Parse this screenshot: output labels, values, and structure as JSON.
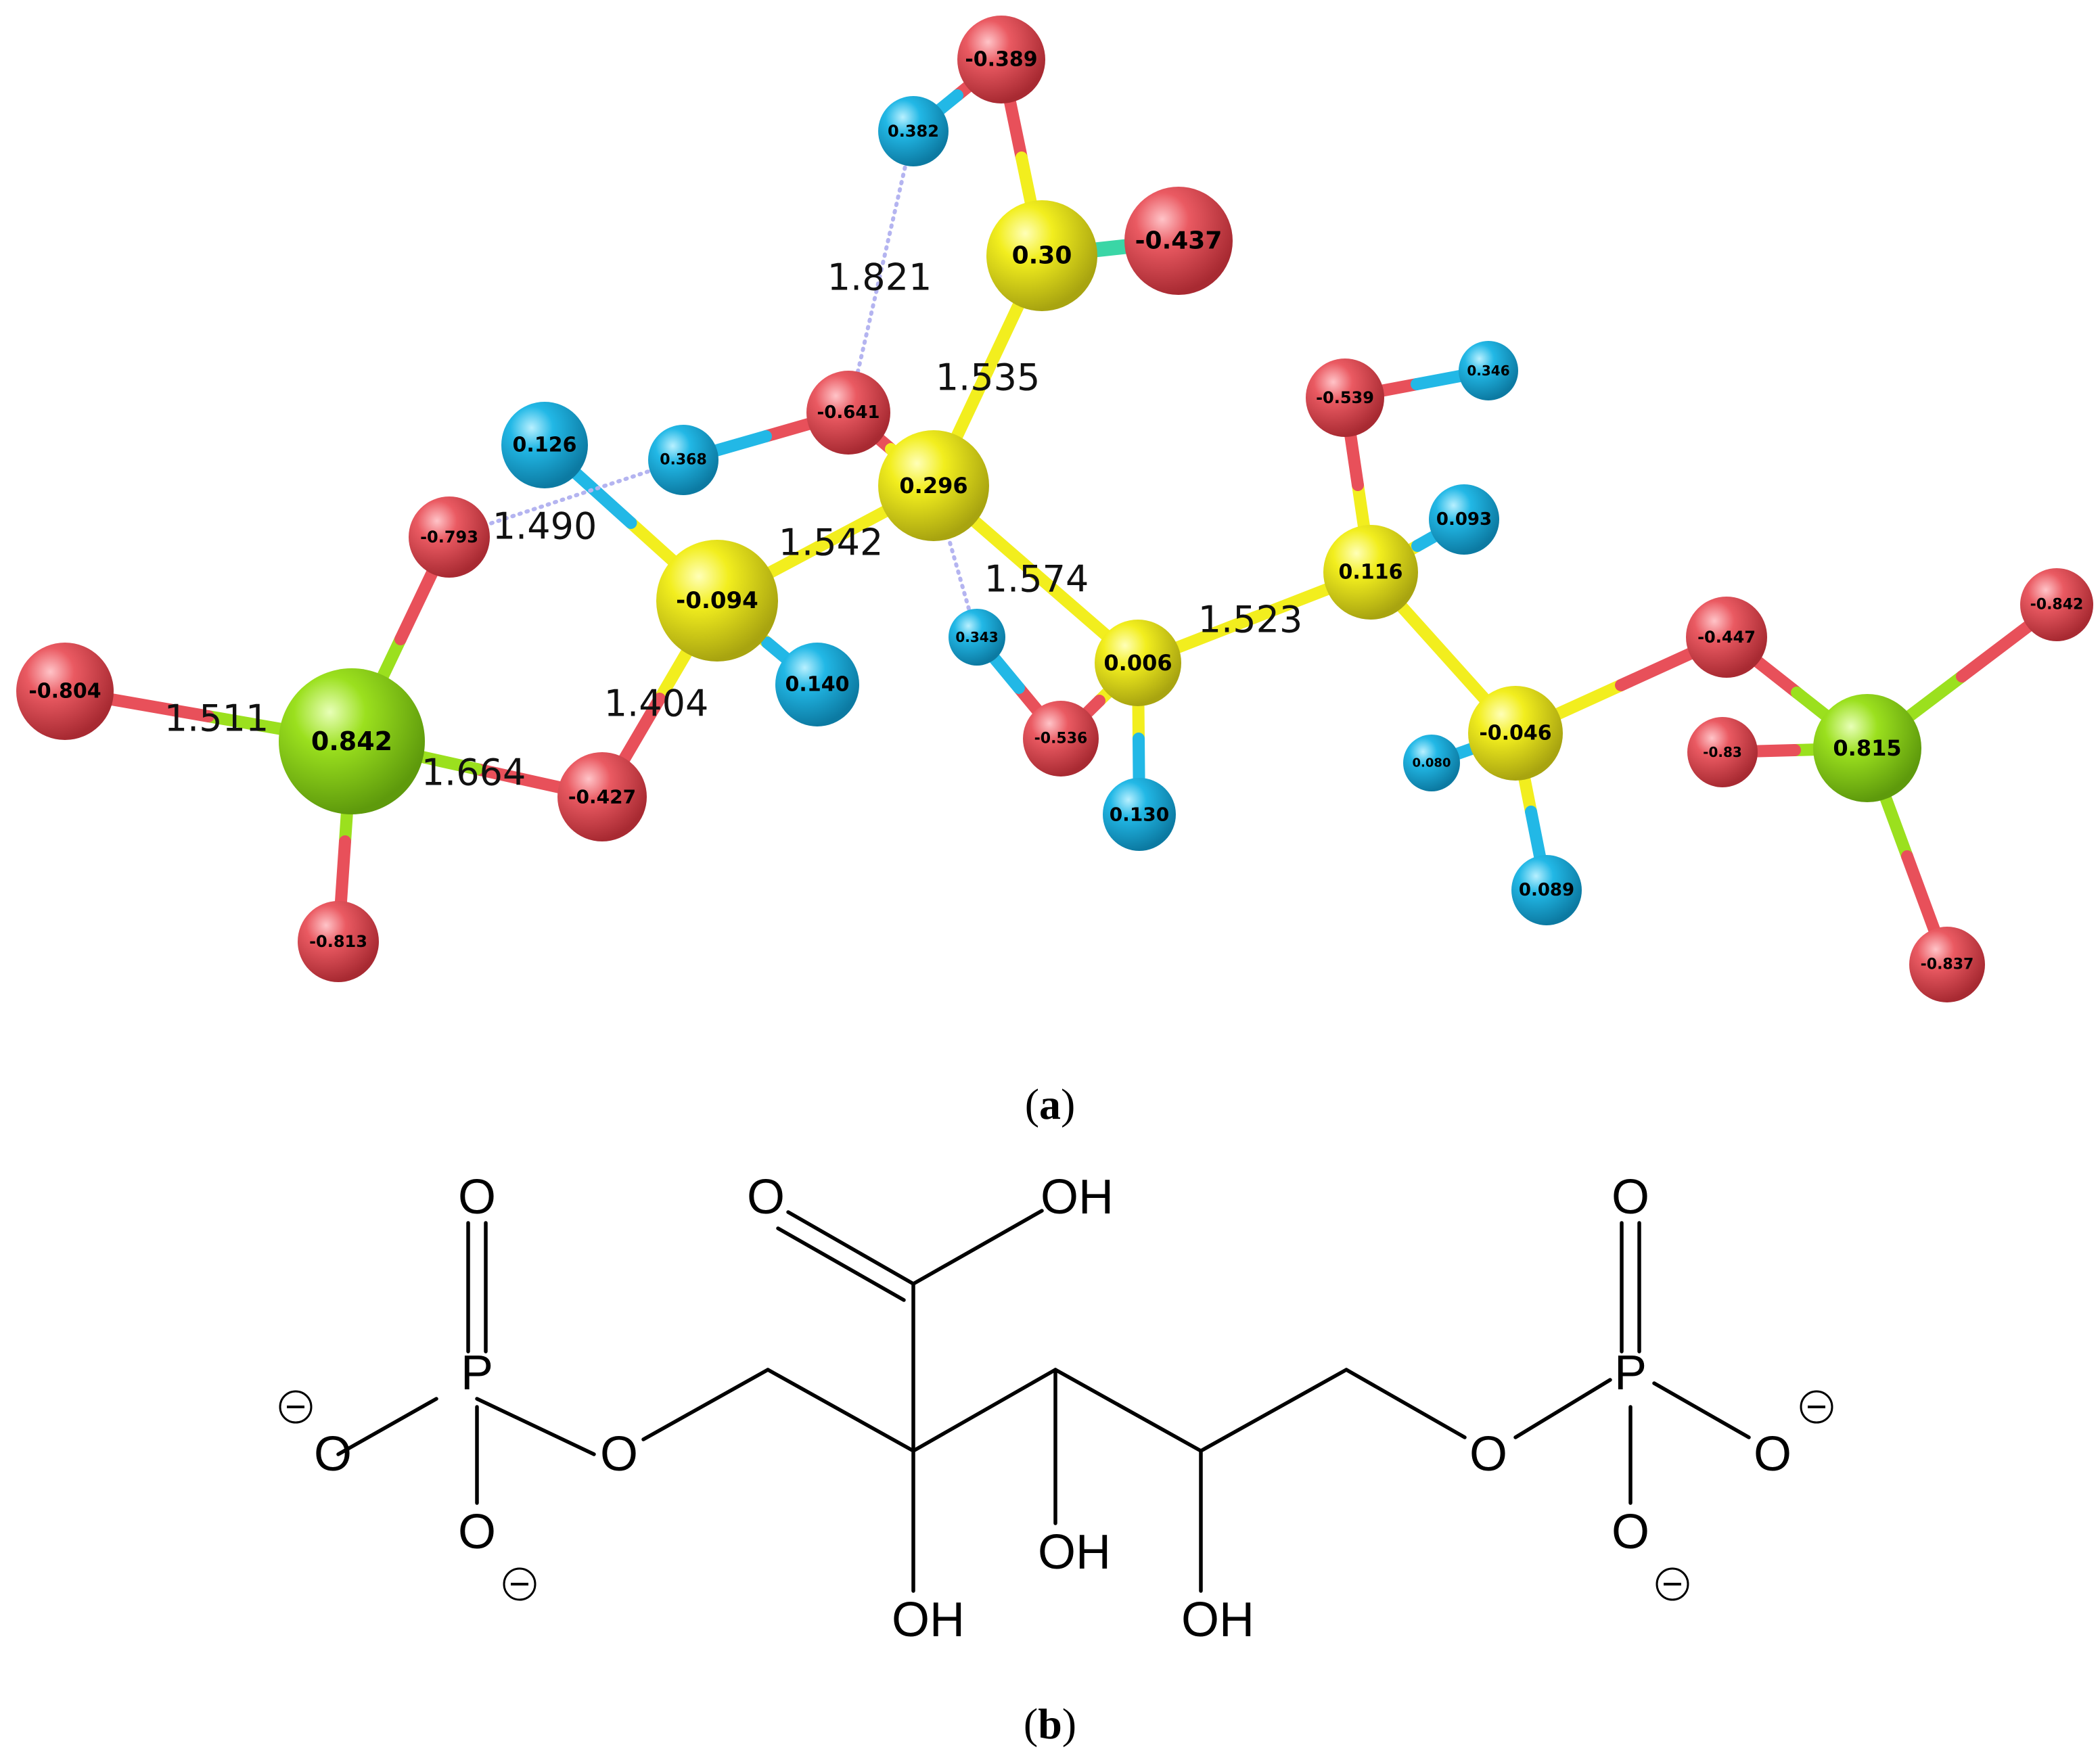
{
  "panels": {
    "a": "a",
    "b": "b"
  },
  "colors": {
    "oxygen": "#e8505a",
    "carbon": "#f2ee1e",
    "hydrogen": "#22b8e6",
    "phosphorus": "#9be01e",
    "carbonyl_bond": "#3ad6a6",
    "hbond": "#b4b4f0"
  },
  "molecule_3d": {
    "atoms": [
      {
        "id": "Ot",
        "el": "O",
        "charge": "-0.389"
      },
      {
        "id": "Ht",
        "el": "H",
        "charge": "0.382"
      },
      {
        "id": "Cc",
        "el": "C",
        "charge": "0.30"
      },
      {
        "id": "Oc",
        "el": "O",
        "charge": "-0.437"
      },
      {
        "id": "O641",
        "el": "O",
        "charge": "-0.641"
      },
      {
        "id": "H368",
        "el": "H",
        "charge": "0.368"
      },
      {
        "id": "H126",
        "el": "H",
        "charge": "0.126"
      },
      {
        "id": "C296",
        "el": "C",
        "charge": "0.296"
      },
      {
        "id": "O793",
        "el": "O",
        "charge": "-0.793"
      },
      {
        "id": "C094",
        "el": "C",
        "charge": "-0.094"
      },
      {
        "id": "H140",
        "el": "H",
        "charge": "0.140"
      },
      {
        "id": "O804",
        "el": "O",
        "charge": "-0.804"
      },
      {
        "id": "P842",
        "el": "P",
        "charge": "0.842"
      },
      {
        "id": "O427",
        "el": "O",
        "charge": "-0.427"
      },
      {
        "id": "O813",
        "el": "O",
        "charge": "-0.813"
      },
      {
        "id": "H343",
        "el": "H",
        "charge": "0.343"
      },
      {
        "id": "O536",
        "el": "O",
        "charge": "-0.536"
      },
      {
        "id": "C006",
        "el": "C",
        "charge": "0.006"
      },
      {
        "id": "H130",
        "el": "H",
        "charge": "0.130"
      },
      {
        "id": "O539",
        "el": "O",
        "charge": "-0.539"
      },
      {
        "id": "H346",
        "el": "H",
        "charge": "0.346"
      },
      {
        "id": "C116",
        "el": "C",
        "charge": "0.116"
      },
      {
        "id": "H093",
        "el": "H",
        "charge": "0.093"
      },
      {
        "id": "C046",
        "el": "C",
        "charge": "-0.046"
      },
      {
        "id": "H080",
        "el": "H",
        "charge": "0.080"
      },
      {
        "id": "H089",
        "el": "H",
        "charge": "0.089"
      },
      {
        "id": "O447",
        "el": "O",
        "charge": "-0.447"
      },
      {
        "id": "P815",
        "el": "P",
        "charge": "0.815"
      },
      {
        "id": "O842",
        "el": "O",
        "charge": "-0.842"
      },
      {
        "id": "O83",
        "el": "O",
        "charge": "-0.83"
      },
      {
        "id": "O837",
        "el": "O",
        "charge": "-0.837"
      }
    ],
    "bond_labels": [
      "1.821",
      "1.535",
      "1.490",
      "1.542",
      "1.574",
      "1.523",
      "1.511",
      "1.404",
      "1.664"
    ]
  },
  "structure_2d": {
    "labels": [
      "O",
      "OH",
      "O",
      "P",
      "O",
      "O",
      "O",
      "OH",
      "OH",
      "OH",
      "O",
      "P",
      "O",
      "O",
      "O"
    ]
  }
}
